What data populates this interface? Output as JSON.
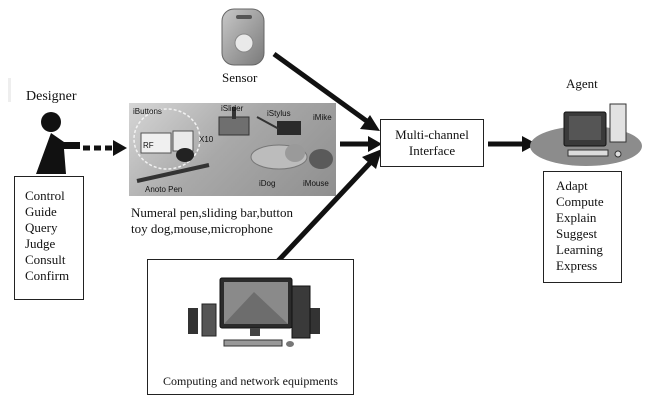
{
  "designer": {
    "label": "Designer",
    "actions": [
      "Control",
      "Guide",
      "Query",
      "Judge",
      "Consult",
      "Confirm"
    ]
  },
  "sensor": {
    "label": "Sensor"
  },
  "devices": {
    "photo_labels": [
      "iButtons",
      "iSlider",
      "iStylus",
      "iMike",
      "RF",
      "X10",
      "iDog",
      "iMouse",
      "Anoto Pen"
    ],
    "caption_line1": "Numeral pen,sliding bar,button",
    "caption_line2": "toy dog,mouse,microphone"
  },
  "interface": {
    "line1": "Multi-channel",
    "line2": "Interface"
  },
  "agent": {
    "label": "Agent",
    "capabilities": [
      "Adapt",
      "Compute",
      "Explain",
      "Suggest",
      "Learning",
      "Express"
    ]
  },
  "computing": {
    "caption": "Computing and network equipments"
  },
  "colors": {
    "line": "#111111",
    "sensor_body": "#9a9a9a",
    "agent_disc": "#8c8c8c"
  }
}
